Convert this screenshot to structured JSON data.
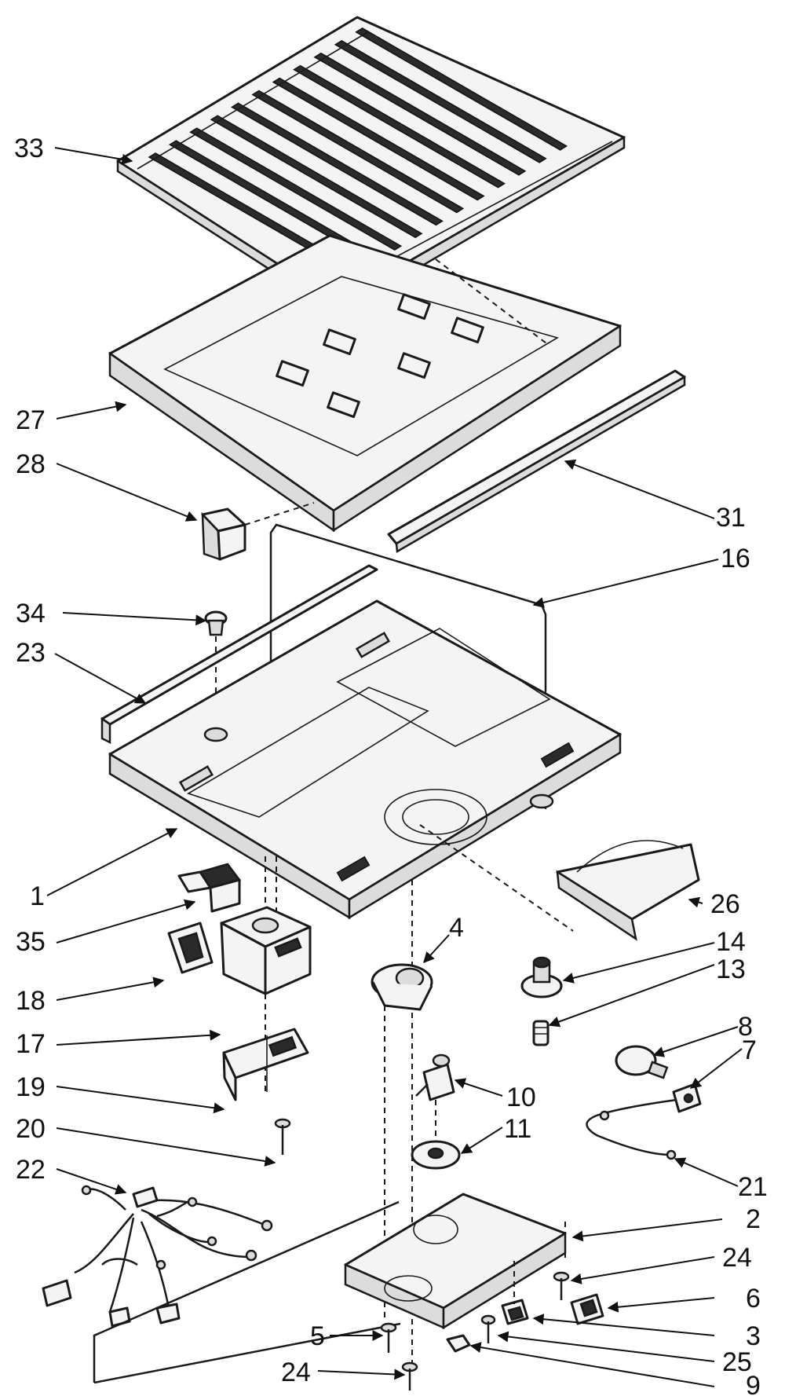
{
  "callouts": [
    {
      "id": "c33",
      "label": "33"
    },
    {
      "id": "c27",
      "label": "27"
    },
    {
      "id": "c28",
      "label": "28"
    },
    {
      "id": "c31",
      "label": "31"
    },
    {
      "id": "c16",
      "label": "16"
    },
    {
      "id": "c34",
      "label": "34"
    },
    {
      "id": "c23",
      "label": "23"
    },
    {
      "id": "c1",
      "label": "1"
    },
    {
      "id": "c35",
      "label": "35"
    },
    {
      "id": "c26",
      "label": "26"
    },
    {
      "id": "c4",
      "label": "4"
    },
    {
      "id": "c14",
      "label": "14"
    },
    {
      "id": "c13",
      "label": "13"
    },
    {
      "id": "c18",
      "label": "18"
    },
    {
      "id": "c17",
      "label": "17"
    },
    {
      "id": "c8",
      "label": "8"
    },
    {
      "id": "c7",
      "label": "7"
    },
    {
      "id": "c10",
      "label": "10"
    },
    {
      "id": "c19",
      "label": "19"
    },
    {
      "id": "c11",
      "label": "11"
    },
    {
      "id": "c20",
      "label": "20"
    },
    {
      "id": "c21",
      "label": "21"
    },
    {
      "id": "c22",
      "label": "22"
    },
    {
      "id": "c2",
      "label": "2"
    },
    {
      "id": "c24a",
      "label": "24"
    },
    {
      "id": "c6",
      "label": "6"
    },
    {
      "id": "c5",
      "label": "5"
    },
    {
      "id": "c3",
      "label": "3"
    },
    {
      "id": "c25",
      "label": "25"
    },
    {
      "id": "c24b",
      "label": "24"
    },
    {
      "id": "c9",
      "label": "9"
    }
  ]
}
